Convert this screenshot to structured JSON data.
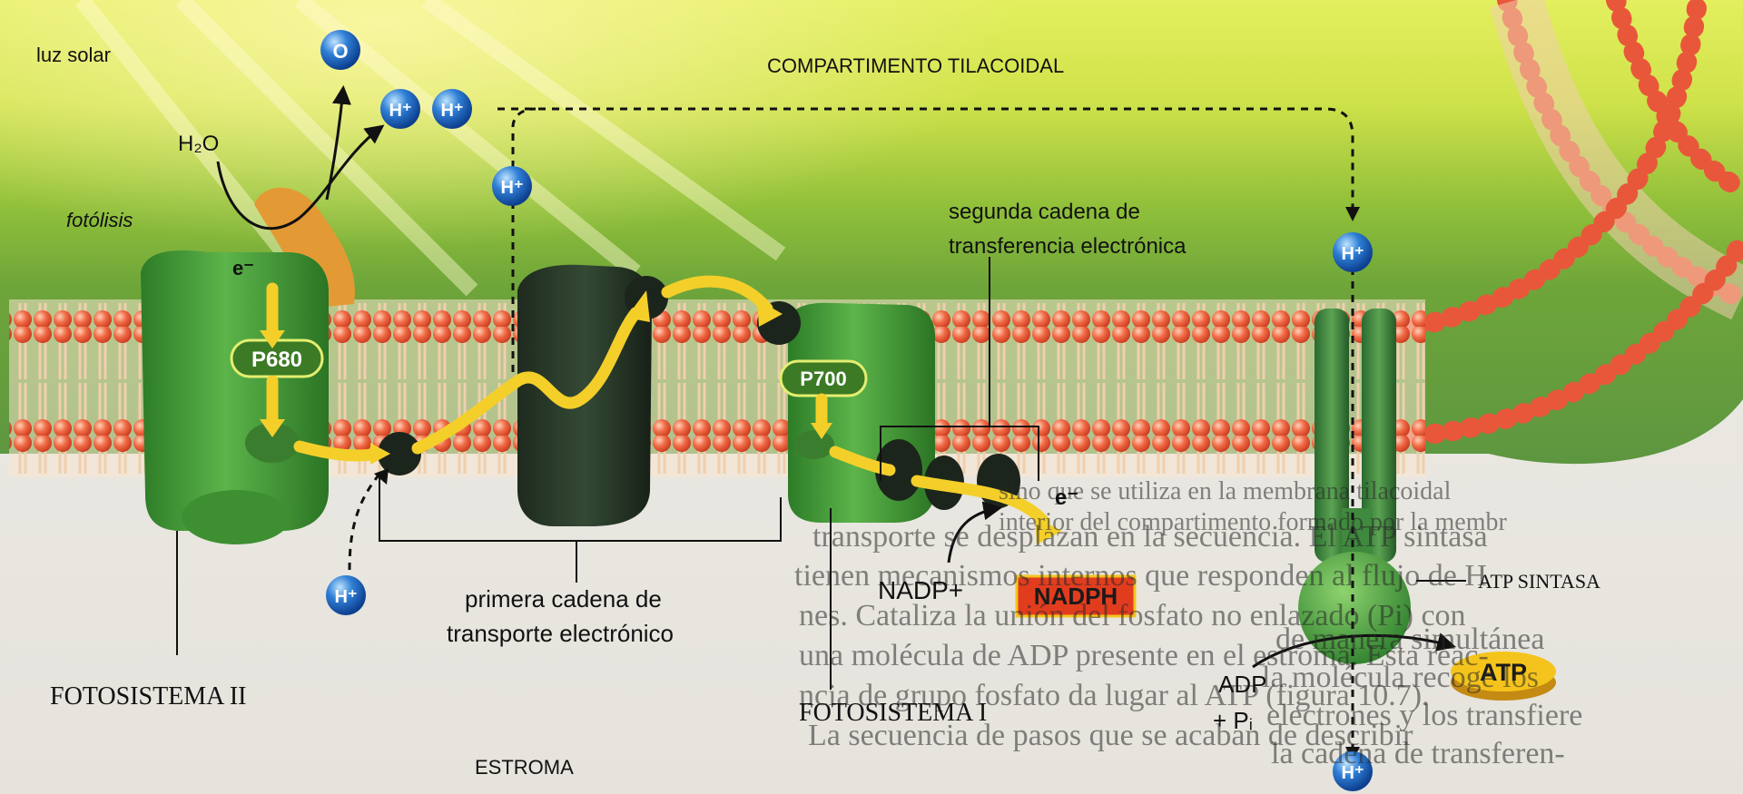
{
  "labels": {
    "luz_solar": "luz solar",
    "compartimento": "COMPARTIMENTO TILACOIDAL",
    "h2o": "H₂O",
    "fotolisis": "fotólisis",
    "electron_ps2": "e⁻",
    "electron_out": "e⁻",
    "segunda_cadena_1": "segunda cadena de",
    "segunda_cadena_2": "transferencia electrónica",
    "primera_cadena_1": "primera cadena de",
    "primera_cadena_2": "transporte electrónico",
    "nadp_plus": "NADP+",
    "nadph": "NADPH",
    "atp_sintasa": "ATP SINTASA",
    "adp": "ADP",
    "pi": "+ Pᵢ",
    "atp": "ATP",
    "fotosistema_2": "FOTOSISTEMA II",
    "fotosistema_1": "FOTOSISTEMA I",
    "estroma": "ESTROMA",
    "p680": "P680",
    "p700": "P700",
    "ion_o": "O",
    "ion_h": "H⁺"
  },
  "background_text": [
    "transporte se desplazan en la secuencia. El ATP sintasa",
    "tienen mecanismos internos que responden al flujo de H",
    "nes. Cataliza la unión del fosfato no enlazado (Pi) con",
    "una molécula de ADP presente en el estroma. Esta reac-",
    "ncia de grupo fosfato da lugar al ATP (figura 10.7).",
    "La secuencia de pasos que se acaban de describir",
    "de manera simultánea",
    "la molécula recoge los",
    "electrones y los transfiere",
    "la cadena de transferen-",
    "sino que se utiliza en la membrana tilacoidal",
    "interior del compartimento formado por la membr"
  ],
  "colors": {
    "leaf_green": "#7db334",
    "protein_green": "#3f9a32",
    "electron_arrow": "#f2cf2b",
    "lipid_head": "#e9573b",
    "proton_blue": "#1f67c4",
    "nadph_red": "#e23c1f",
    "atp_yellow": "#f4c41c"
  }
}
